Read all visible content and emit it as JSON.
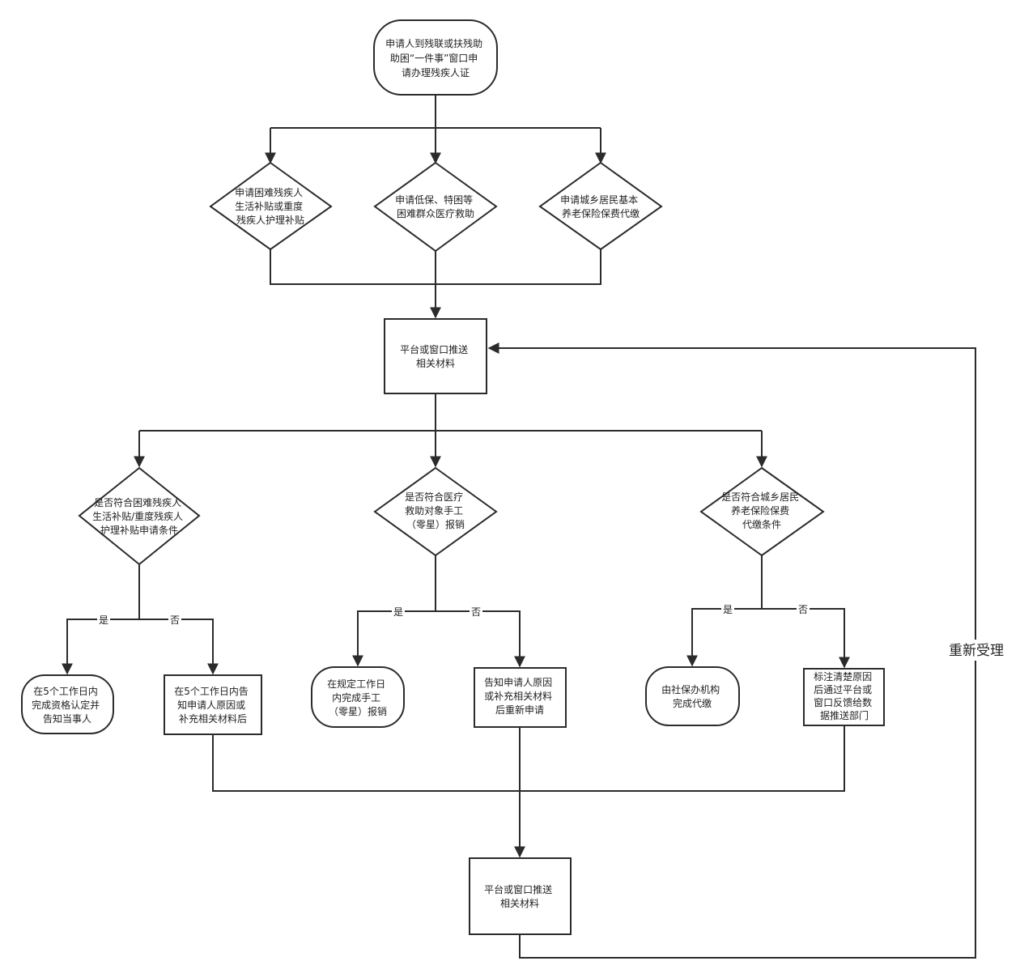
{
  "nodes": {
    "start": [
      "申请人到残联或扶残助",
      "助困“一件事”窗口申",
      "请办理残疾人证"
    ],
    "apply_subsidy": [
      "申请困难残疾人",
      "生活补贴或重度",
      "残疾人护理补贴"
    ],
    "apply_medical": [
      "申请低保、特困等",
      "困难群众医疗救助"
    ],
    "apply_pension": [
      "申请城乡居民基本",
      "养老保险保费代缴"
    ],
    "push_materials_1": [
      "平台或窗口推送",
      "相关材料"
    ],
    "check_subsidy": [
      "是否符合困难残疾人",
      "生活补贴/重度残疾人",
      "护理补贴申请条件"
    ],
    "check_medical": [
      "是否符合医疗",
      "救助对象手工",
      "（零星）报销"
    ],
    "check_pension": [
      "是否符合城乡居民",
      "养老保险保费",
      "代缴条件"
    ],
    "subsidy_yes": [
      "在5个工作日内",
      "完成资格认定并",
      "告知当事人"
    ],
    "subsidy_no": [
      "在5个工作日内告",
      "知申请人原因或",
      "补充相关材料后"
    ],
    "medical_yes": [
      "在规定工作日",
      "内完成手工",
      "（零星）报销"
    ],
    "medical_no": [
      "告知申请人原因",
      "或补充相关材料",
      "后重新申请"
    ],
    "pension_yes": [
      "由社保办机构",
      "完成代缴"
    ],
    "pension_no": [
      "标注清楚原因",
      "后通过平台或",
      "窗口反馈给数",
      "据推送部门"
    ],
    "push_materials_2": [
      "平台或窗口推送",
      "相关材料"
    ]
  },
  "edge_labels": {
    "yes": "是",
    "no": "否",
    "reaccept": "重新受理"
  },
  "colors": {
    "stroke": "#2b2b2b",
    "fill": "#ffffff",
    "text": "#222222"
  }
}
